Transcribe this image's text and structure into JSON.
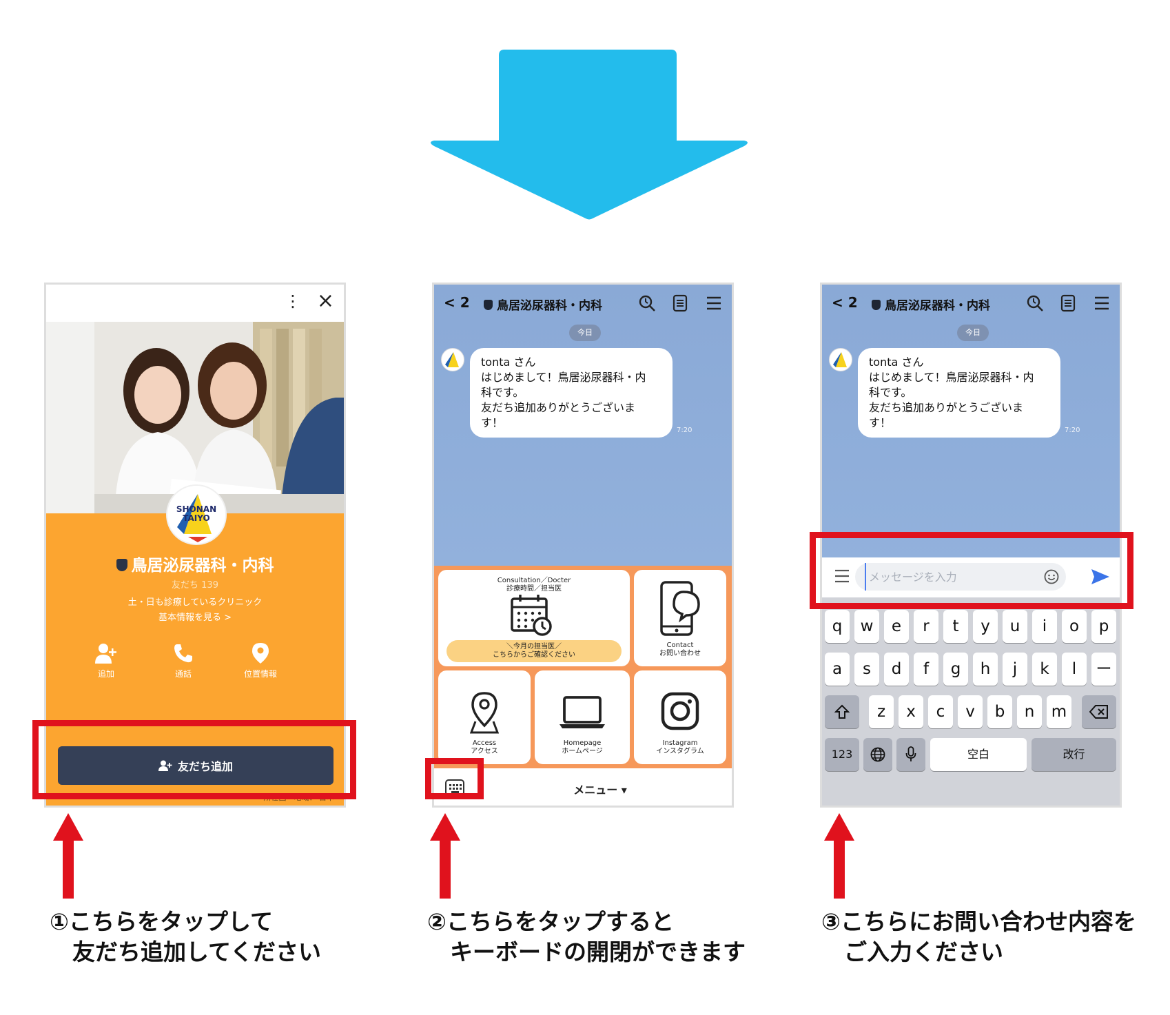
{
  "phone1": {
    "region_text": "所在国・地域： 日本",
    "logo_text_1": "SHONAN",
    "logo_text_2": "TAIYO",
    "account_name": "鳥居泌尿器科・内科",
    "friends_count": "友だち 139",
    "description": "土・日も診療しているクリニック",
    "basic_info_link": "基本情報を見る >",
    "actions": [
      {
        "label": "追加",
        "icon": "add-friend-icon"
      },
      {
        "label": "通話",
        "icon": "phone-icon"
      },
      {
        "label": "位置情報",
        "icon": "location-pin-icon"
      }
    ],
    "add_friend_button": "友だち追加"
  },
  "chat": {
    "back_label": "< 2",
    "title": "鳥居泌尿器科・内科",
    "date_label": "今日",
    "message_lines": [
      "tonta さん",
      "はじめまして！鳥居泌尿器科・内",
      "科です。",
      "友だち追加ありがとうございま",
      "す！"
    ],
    "message_time": "7:20"
  },
  "rich_menu": {
    "schedule_en": "Consultation／Docter",
    "schedule_jp": "診療時間／担当医",
    "doctor_pill_1": "＼今月の担当医／",
    "doctor_pill_2": "こちらからご確認ください",
    "contact_en": "Contact",
    "contact_jp": "お問い合わせ",
    "access_en": "Access",
    "access_jp": "アクセス",
    "homepage_en": "Homepage",
    "homepage_jp": "ホームページ",
    "instagram_en": "Instagram",
    "instagram_jp": "インスタグラム",
    "menu_label": "メニュー ▾"
  },
  "phone3": {
    "input_placeholder": "メッセージを入力",
    "row1": [
      "q",
      "w",
      "e",
      "r",
      "t",
      "y",
      "u",
      "i",
      "o",
      "p"
    ],
    "row2": [
      "a",
      "s",
      "d",
      "f",
      "g",
      "h",
      "j",
      "k",
      "l",
      "ー"
    ],
    "row3": [
      "z",
      "x",
      "c",
      "v",
      "b",
      "n",
      "m"
    ],
    "key_123": "123",
    "space_label": "空白",
    "return_label": "改行"
  },
  "captions": {
    "c1_line1": "①こちらをタップして",
    "c1_line2": "友だち追加してください",
    "c2_line1": "②こちらをタップすると",
    "c2_line2": "キーボードの開閉ができます",
    "c3_line1": "③こちらにお問い合わせ内容を",
    "c3_line2": "ご入力ください"
  },
  "colors": {
    "arrow_blue": "#23bcec",
    "highlight_red": "#e0121d",
    "profile_orange": "#fca530",
    "button_navy": "#354057",
    "chat_blue": "#8aa9d6",
    "rich_menu_orange": "#f6985a"
  }
}
